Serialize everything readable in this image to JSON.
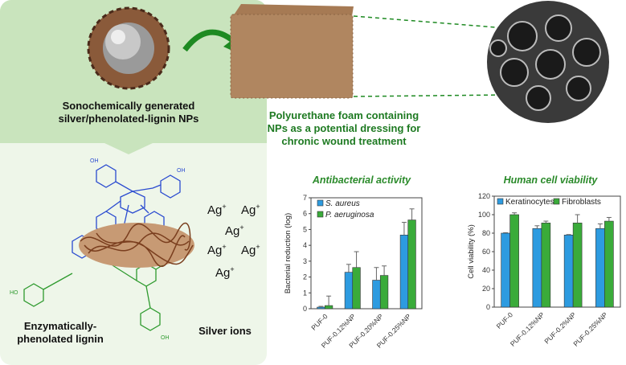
{
  "left_panel": {
    "np_caption_1": "Sonochemically generated",
    "np_caption_2": "silver/phenolated-lignin NPs",
    "lignin_label_1": "Enzymatically-",
    "lignin_label_2": "phenolated lignin",
    "silver_label": "Silver ions",
    "ag_ion": "Ag",
    "ag_charge": "+",
    "oh": "OH",
    "ho": "HO"
  },
  "foam_caption": [
    "Polyurethane foam containing",
    "NPs as a potential dressing for",
    "chronic wound treatment"
  ],
  "colors": {
    "blue": "#2d9be0",
    "green": "#3aab3a",
    "title_green": "#2a8a2a",
    "panel": "#c9e4bd"
  },
  "chart_data": [
    {
      "type": "bar",
      "title": "Antibacterial activity",
      "ylabel": "Bacterial reduction (log)",
      "xlabel": "",
      "ylim": [
        0,
        7
      ],
      "yticks": [
        "0",
        "1",
        "2",
        "3",
        "4",
        "5",
        "6",
        "7"
      ],
      "categories": [
        "PUF-0",
        "PUF-0.12%NP",
        "PUF-0.20%NP",
        "PUF-0.25%NP"
      ],
      "series": [
        {
          "name": "S. aureus",
          "color": "#2d9be0",
          "values": [
            0.1,
            2.3,
            1.8,
            4.65
          ],
          "errors": [
            0.05,
            0.5,
            0.8,
            0.8
          ]
        },
        {
          "name": "P. aeruginosa",
          "color": "#3aab3a",
          "values": [
            0.2,
            2.6,
            2.1,
            5.6
          ],
          "errors": [
            0.6,
            1.0,
            0.6,
            0.7
          ]
        }
      ],
      "legend": "top-left"
    },
    {
      "type": "bar",
      "title": "Human cell viability",
      "ylabel": "Cell viability (%)",
      "xlabel": "",
      "ylim": [
        0,
        120
      ],
      "yticks": [
        "0",
        "20",
        "40",
        "60",
        "80",
        "100",
        "120"
      ],
      "categories": [
        "PUF-0",
        "PUF-0.12%NP",
        "PUF-0.2%NP",
        "PUF-0.25%NP"
      ],
      "series": [
        {
          "name": "Keratinocytes",
          "color": "#2d9be0",
          "values": [
            80,
            85,
            78,
            85
          ],
          "errors": [
            0.5,
            3,
            0.5,
            5
          ]
        },
        {
          "name": "Fibroblasts",
          "color": "#3aab3a",
          "values": [
            100,
            91,
            91,
            93
          ],
          "errors": [
            2,
            2,
            9,
            4
          ]
        }
      ],
      "legend": "top"
    }
  ]
}
